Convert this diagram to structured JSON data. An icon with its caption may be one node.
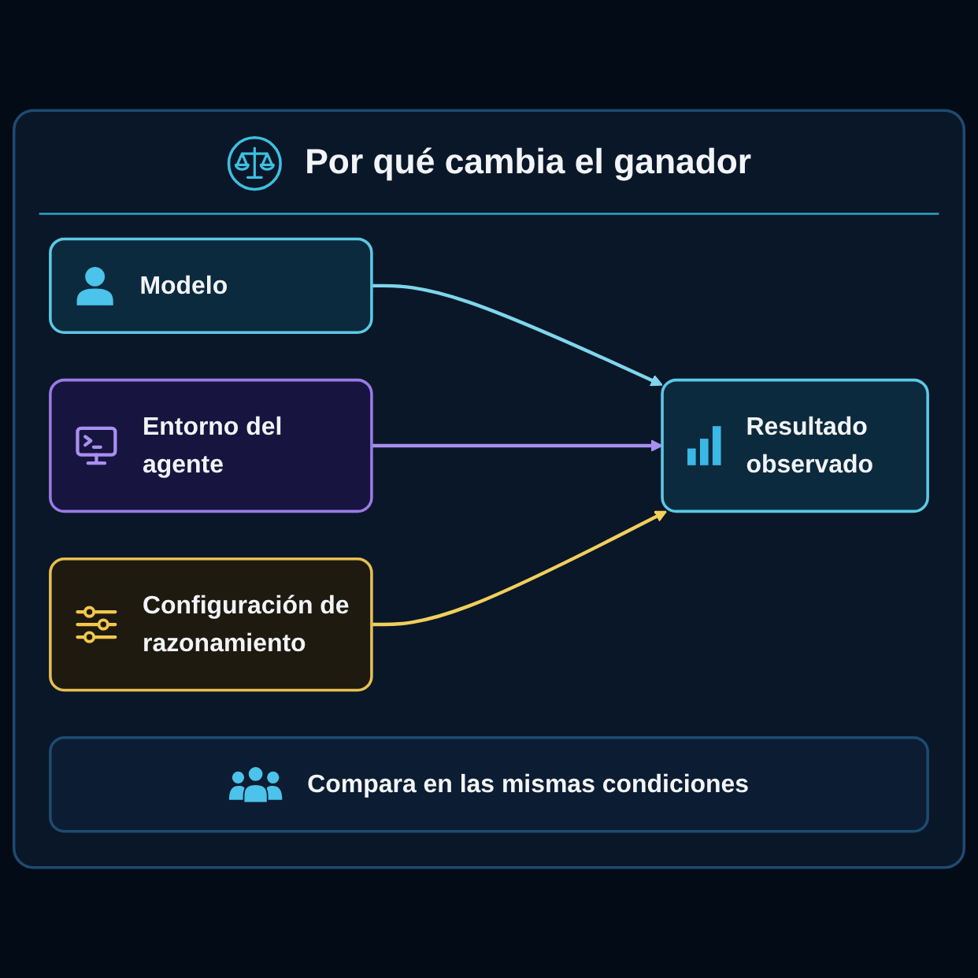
{
  "diagram": {
    "nodes": [
      {
        "text": [
          "Por qué cambia el ganador"
        ]
      },
      {
        "text": [
          "Modelo"
        ],
        "in": 0
      },
      {
        "text": [
          "Entorno del agente"
        ],
        "in": 0
      },
      {
        "text": [
          "Configuración de razonamiento"
        ],
        "in": 0
      },
      {
        "text": [
          "Resultado observado"
        ],
        "in": 0
      },
      {
        "text": [
          "Compara en las mismas condiciones"
        ],
        "in": 0
      }
    ],
    "edges": [
      {
        "from": 1,
        "to": 4,
        "arrow": "to",
        "color": "#7fd6ec"
      },
      {
        "from": 2,
        "to": 4,
        "arrow": "to",
        "color": "#a98ff0"
      },
      {
        "from": 3,
        "to": 4,
        "arrow": "to",
        "color": "#f2cf5b"
      }
    ]
  }
}
